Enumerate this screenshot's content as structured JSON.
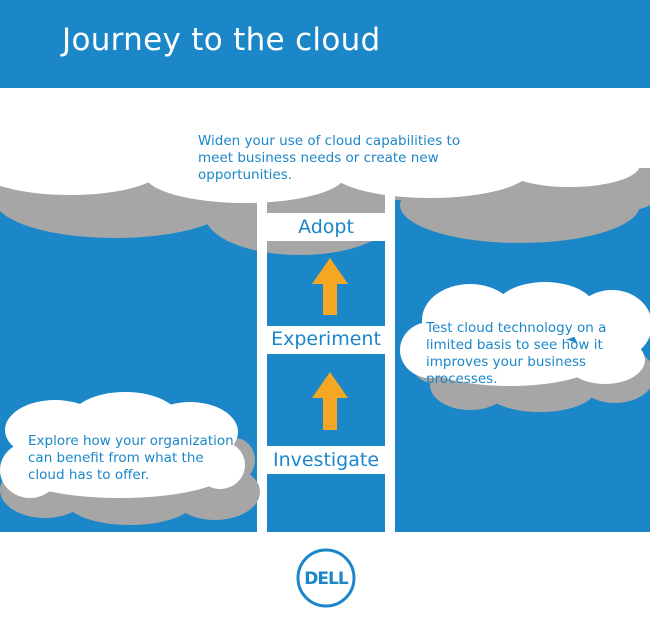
{
  "header": {
    "title": "Journey to the cloud"
  },
  "clouds": {
    "top_text": "Widen your use of cloud capabilities to meet business needs or create new opportunities.",
    "right_text": "Test cloud technology on a limited basis to see how it improves your business processes.",
    "left_text": "Explore how your organization can benefit from what the cloud has to offer."
  },
  "ladder": {
    "steps": [
      "Adopt",
      "Experiment",
      "Investigate"
    ]
  },
  "logo": {
    "text": "DELL"
  },
  "colors": {
    "sky": "#1b87c9",
    "cloud_white": "#ffffff",
    "cloud_shadow": "#a6a6a6",
    "arrow": "#f5a623",
    "text": "#1b87c9"
  }
}
